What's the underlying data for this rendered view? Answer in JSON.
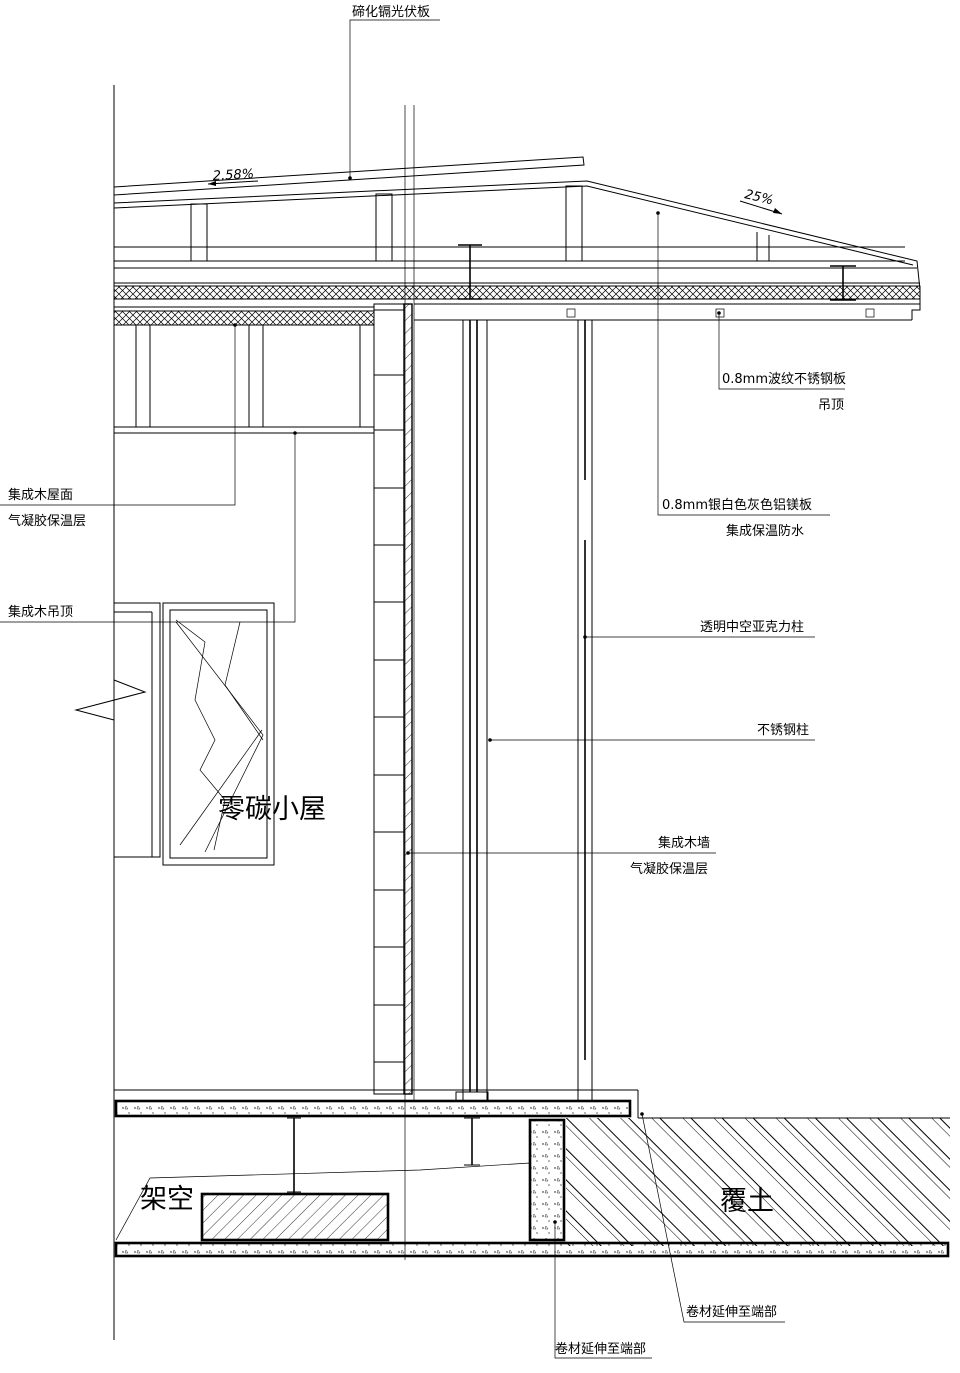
{
  "labels": {
    "pv_panel": "碲化镉光伏板",
    "slope_left": "2.58%",
    "slope_right": "25%",
    "stainless_panel": "0.8mm波纹不锈钢板",
    "ceiling_right": "吊顶",
    "aluminum_panel": "0.8mm银白色灰色铝镁板",
    "insulation_waterproof": "集成保温防水",
    "roof_surface": "集成木屋面",
    "aerogel_roof": "气凝胶保温层",
    "timber_ceiling": "集成木吊顶",
    "acrylic_column": "透明中空亚克力柱",
    "steel_column": "不锈钢柱",
    "timber_wall": "集成木墙",
    "aerogel_wall": "气凝胶保温层",
    "cabin_name": "零碳小屋",
    "raised": "架空",
    "soil_cover": "覆土",
    "membrane_right": "卷材延伸至端部",
    "membrane_bottom": "卷材延伸至端部"
  }
}
